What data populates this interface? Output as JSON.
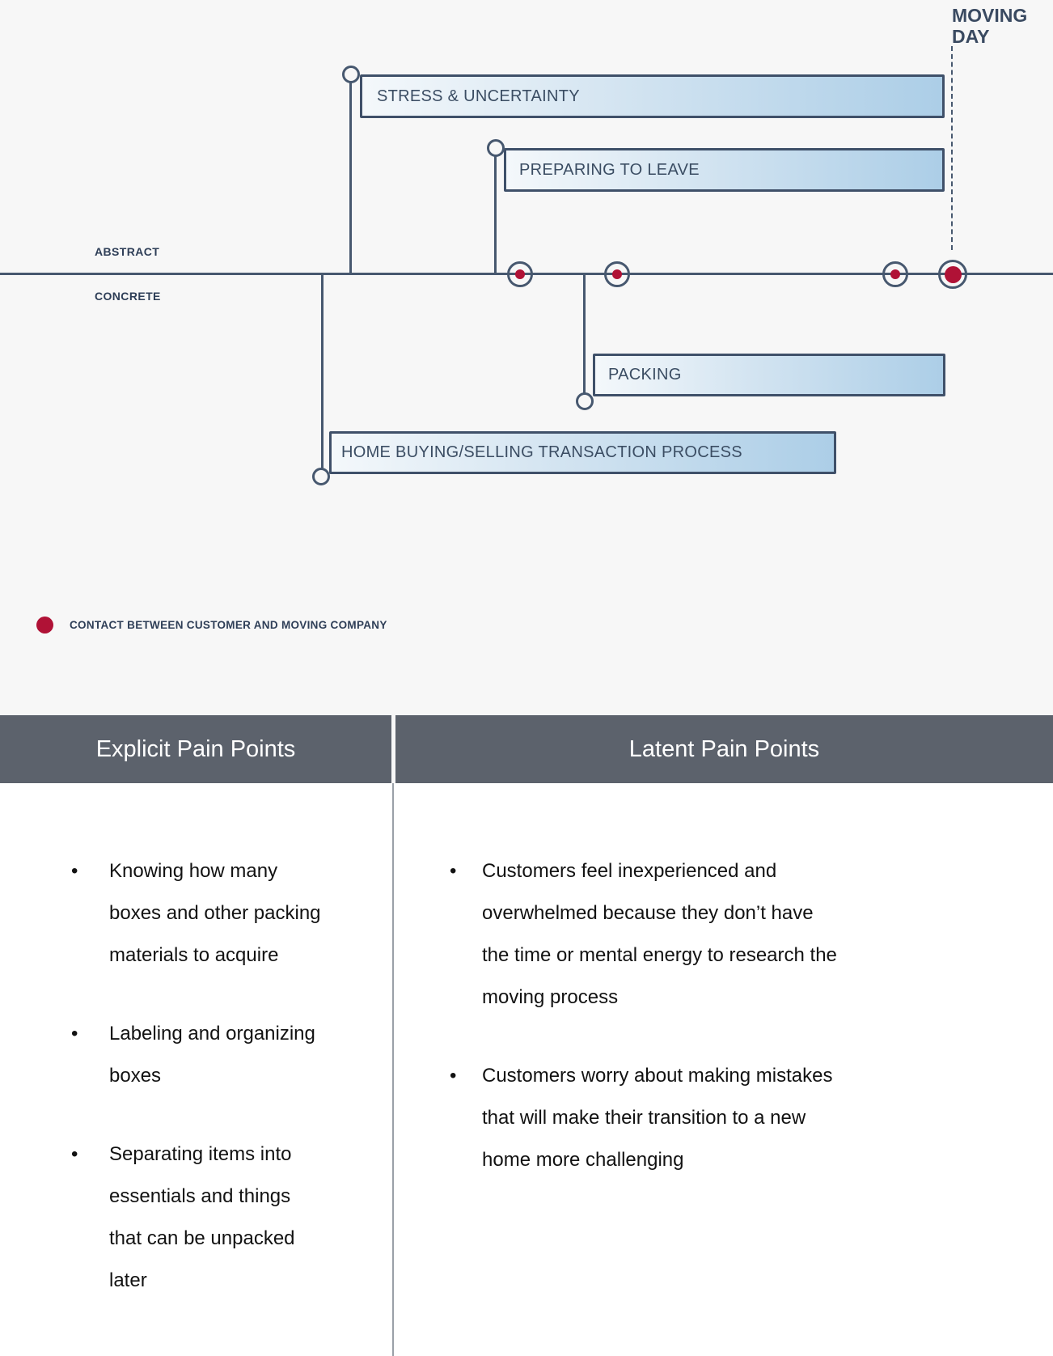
{
  "diagram": {
    "moving_day_label": "MOVING\nDAY",
    "axis": {
      "above_label": "ABSTRACT",
      "below_label": "CONCRETE"
    },
    "bars": [
      {
        "label": "STRESS & UNCERTAINTY"
      },
      {
        "label": "PREPARING TO LEAVE"
      },
      {
        "label": "PACKING"
      },
      {
        "label": "HOME BUYING/SELLING TRANSACTION PROCESS"
      }
    ],
    "contact_points": [
      "small",
      "small",
      "small",
      "large"
    ]
  },
  "legend": {
    "label": "CONTACT BETWEEN CUSTOMER AND MOVING COMPANY"
  },
  "table": {
    "columns": [
      {
        "header": "Explicit Pain Points",
        "bullets": [
          "Knowing how many\nboxes and other packing\nmaterials to acquire",
          "Labeling and organizing\nboxes",
          "Separating items into\nessentials and things\nthat can be unpacked\nlater"
        ]
      },
      {
        "header": "Latent Pain Points",
        "bullets": [
          "Customers feel inexperienced and\noverwhelmed because they don’t have\nthe time or mental energy to research the\nmoving process",
          "Customers worry about making mistakes\nthat will make their transition to a new\nhome more challenging"
        ]
      }
    ]
  },
  "colors": {
    "line_slate": "#47586f",
    "bar_border": "#3f5069",
    "bar_fill_start": "#f4f8fb",
    "bar_fill_end": "#accee7",
    "contact_red": "#b01236",
    "header_bg": "#5c626c",
    "header_text": "#ffffff",
    "page_bg": "#f7f7f7"
  }
}
